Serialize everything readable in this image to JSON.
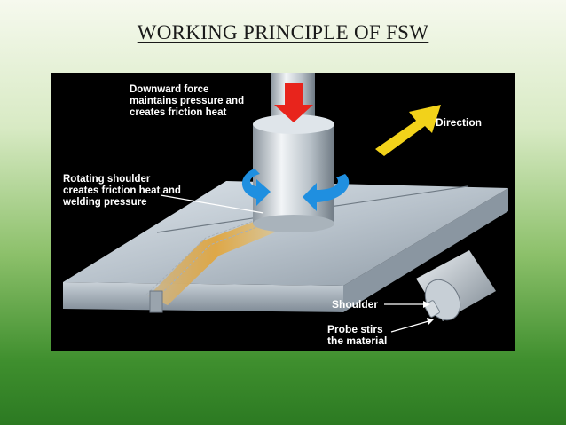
{
  "slide": {
    "title": "WORKING  PRINCIPLE  OF  FSW"
  },
  "diagram": {
    "labels": {
      "downward_force": "Downward force\nmaintains pressure and\ncreates friction heat",
      "rotating_shoulder": "Rotating shoulder\ncreates friction heat and\nwelding pressure",
      "direction": "Direction",
      "shoulder": "Shoulder",
      "probe": "Probe stirs\nthe material"
    },
    "colors": {
      "down_arrow": "#e8241c",
      "direction_arrow": "#f2d21a",
      "rotation_arrow": "#1f8fe0",
      "weld_zone": "#e0a640",
      "background_panel": "#000000"
    },
    "icons": [
      "downward-force-arrow",
      "direction-arrow",
      "rotation-arrow"
    ]
  }
}
